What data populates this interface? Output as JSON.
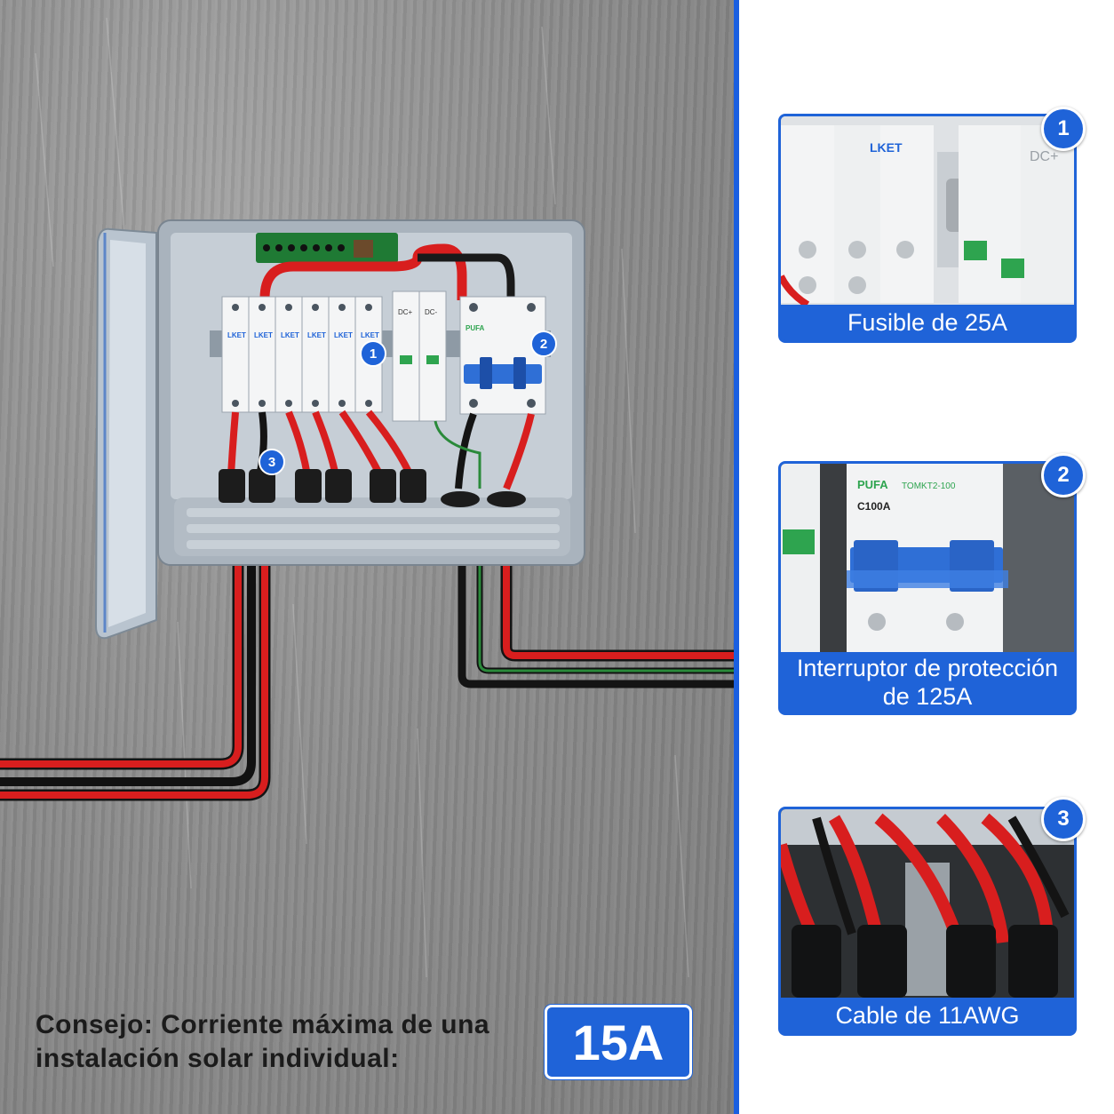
{
  "tip": {
    "line1": "Consejo: Corriente máxima de una",
    "line2": "instalación solar individual:",
    "value": "15A"
  },
  "callouts": [
    {
      "number": "1",
      "caption": "Fusible de 25A"
    },
    {
      "number": "2",
      "caption_line1": "Interruptor de protección",
      "caption_line2": "de 125A"
    },
    {
      "number": "3",
      "caption": "Cable de 11AWG"
    }
  ],
  "box_labels": {
    "breaker_brand": "PUFA",
    "breaker_model": "TOMKT2-100",
    "breaker_rating": "C100A",
    "fuse_brand": "LKET",
    "spd_label": "DC+",
    "spd_label2": "DC-"
  },
  "colors": {
    "accent": "#1f63d8",
    "wall": "#8e8e8e",
    "wire_red": "#d81e1e",
    "wire_black": "#141414",
    "wire_green": "#2a8a3a"
  }
}
